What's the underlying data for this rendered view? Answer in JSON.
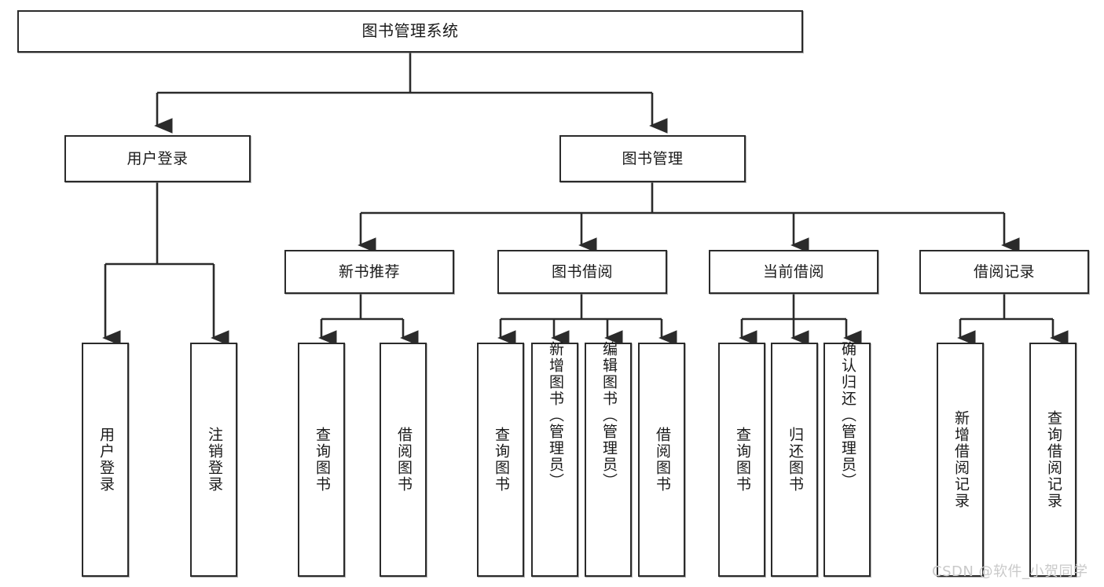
{
  "diagram": {
    "title": "图书管理系统",
    "type": "functional-structure-tree",
    "watermark": "CSDN @软件_小贺同学",
    "colors": {
      "background": "#ffffff",
      "box_border": "#2b2b2b",
      "box_fill": "#ffffff",
      "edge": "#2b2b2b",
      "text": "#1a1a1a",
      "watermark": "#c9c9c9"
    },
    "nodes": {
      "root": {
        "label": "图书管理系统"
      },
      "level2": [
        {
          "id": "user-login",
          "label": "用户登录"
        },
        {
          "id": "book-manage",
          "label": "图书管理"
        }
      ],
      "level3": [
        {
          "id": "new-book-recommend",
          "label": "新书推荐"
        },
        {
          "id": "book-borrow",
          "label": "图书借阅"
        },
        {
          "id": "current-borrow",
          "label": "当前借阅"
        },
        {
          "id": "borrow-record",
          "label": "借阅记录"
        }
      ],
      "leaves": {
        "user_login": [
          {
            "id": "leaf-user-login",
            "label": "用户登录"
          },
          {
            "id": "leaf-logout-login",
            "label": "注销登录"
          }
        ],
        "new_book_recommend": [
          {
            "id": "leaf-query-book-1",
            "label": "查询图书"
          },
          {
            "id": "leaf-borrow-book-1",
            "label": "借阅图书"
          }
        ],
        "book_borrow": [
          {
            "id": "leaf-query-book-2",
            "label": "查询图书"
          },
          {
            "id": "leaf-add-book",
            "label": "新增图书（管理员）"
          },
          {
            "id": "leaf-edit-book",
            "label": "编辑图书（管理员）"
          },
          {
            "id": "leaf-borrow-book-2",
            "label": "借阅图书"
          }
        ],
        "current_borrow": [
          {
            "id": "leaf-query-book-3",
            "label": "查询图书"
          },
          {
            "id": "leaf-return-book",
            "label": "归还图书"
          },
          {
            "id": "leaf-confirm-return",
            "label": "确认归还（管理员）"
          }
        ],
        "borrow_record": [
          {
            "id": "leaf-add-record",
            "label": "新增借阅记录"
          },
          {
            "id": "leaf-query-record",
            "label": "查询借阅记录"
          }
        ]
      }
    }
  }
}
